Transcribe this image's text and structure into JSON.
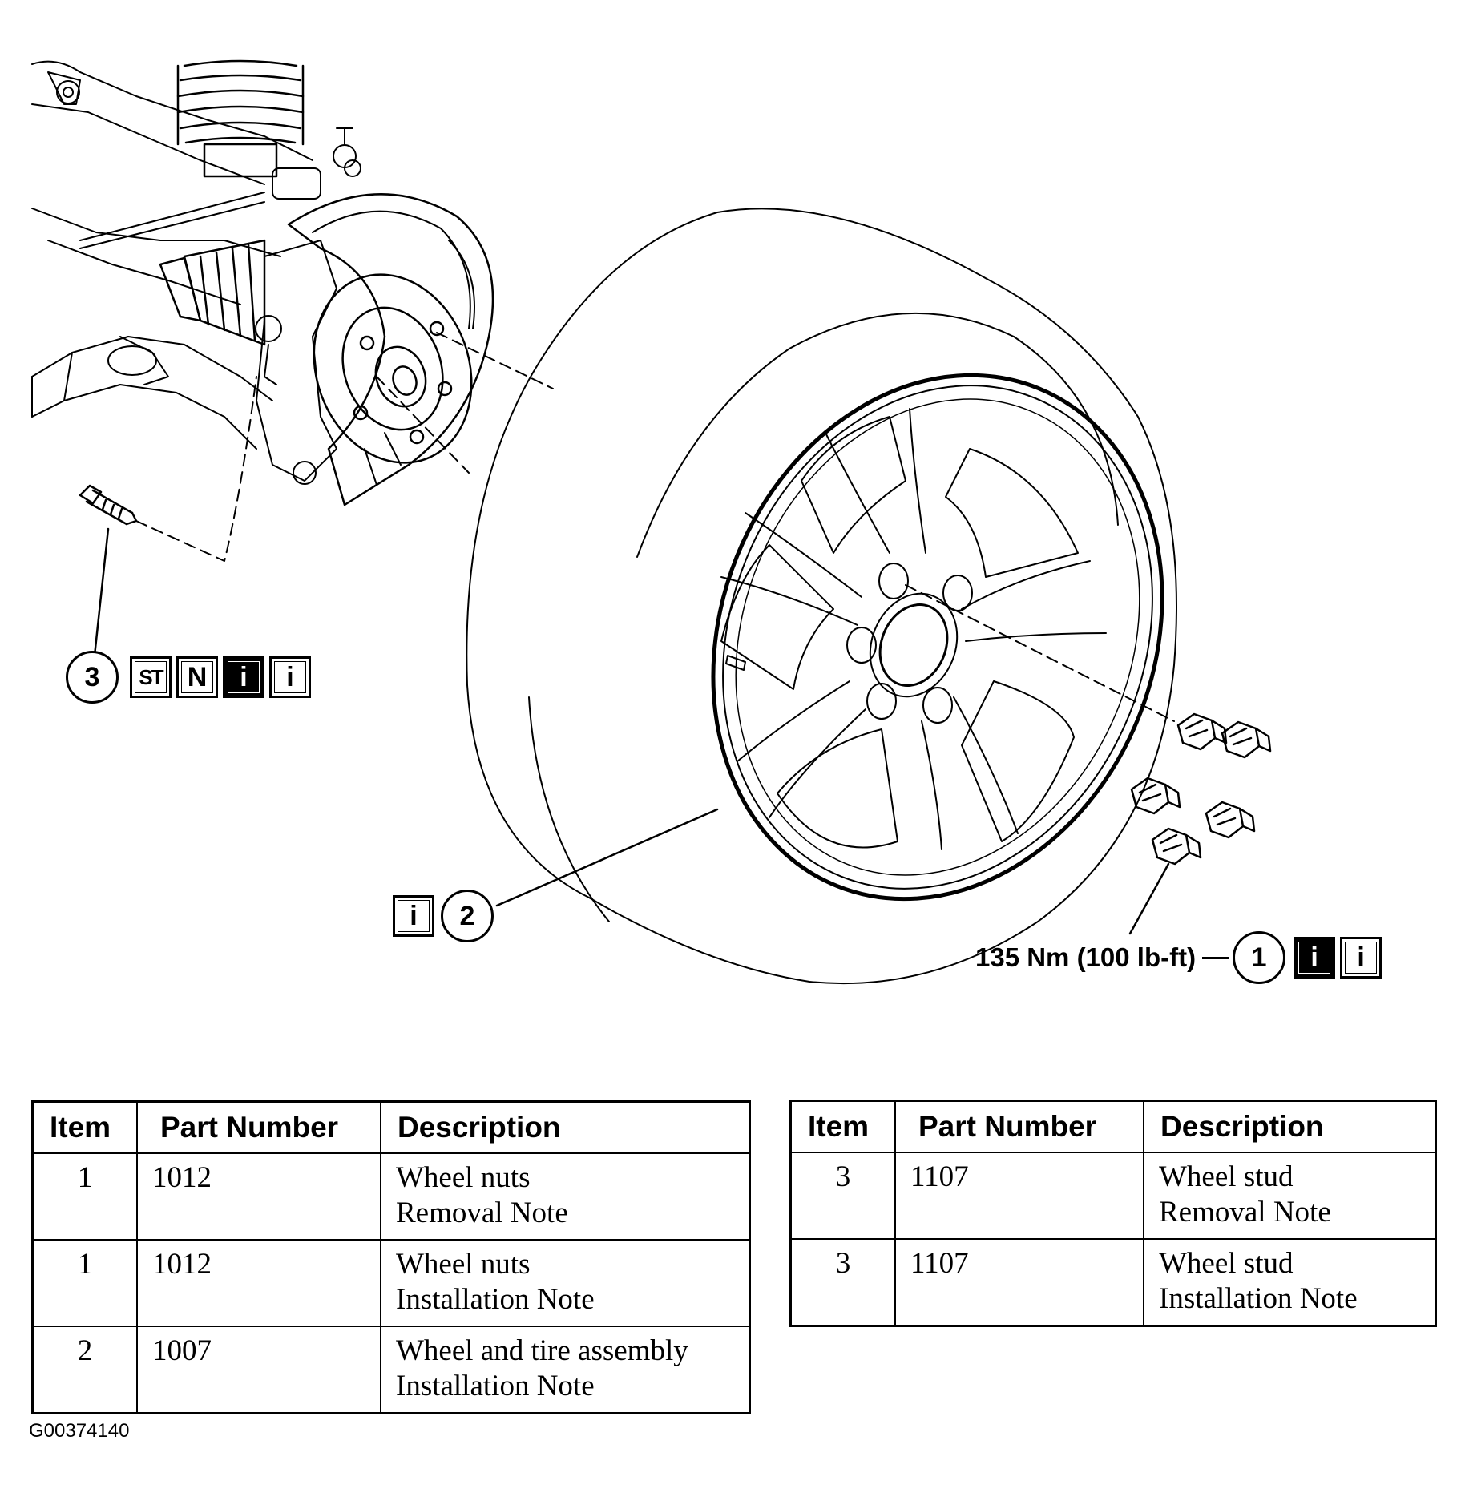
{
  "figure_id": "G00374140",
  "callouts": {
    "item3": {
      "number": "3",
      "symbols": [
        "ST",
        "N",
        "i",
        "i"
      ]
    },
    "item2": {
      "number": "2",
      "symbol": "i"
    },
    "item1": {
      "torque": "135 Nm (100 lb-ft)",
      "number": "1",
      "symbols": [
        "i",
        "i"
      ]
    }
  },
  "tables": {
    "left": {
      "headers": [
        "Item",
        "Part Number",
        "Description"
      ],
      "rows": [
        {
          "item": "1",
          "part": "1012",
          "desc1": "Wheel nuts",
          "desc2": "Removal Note"
        },
        {
          "item": "1",
          "part": "1012",
          "desc1": "Wheel nuts",
          "desc2": "Installation Note"
        },
        {
          "item": "2",
          "part": "1007",
          "desc1": "Wheel and tire assembly",
          "desc2": "Installation Note"
        }
      ]
    },
    "right": {
      "headers": [
        "Item",
        "Part Number",
        "Description"
      ],
      "rows": [
        {
          "item": "3",
          "part": "1107",
          "desc1": "Wheel stud",
          "desc2": "Removal Note"
        },
        {
          "item": "3",
          "part": "1107",
          "desc1": "Wheel stud",
          "desc2": "Installation Note"
        }
      ]
    }
  }
}
